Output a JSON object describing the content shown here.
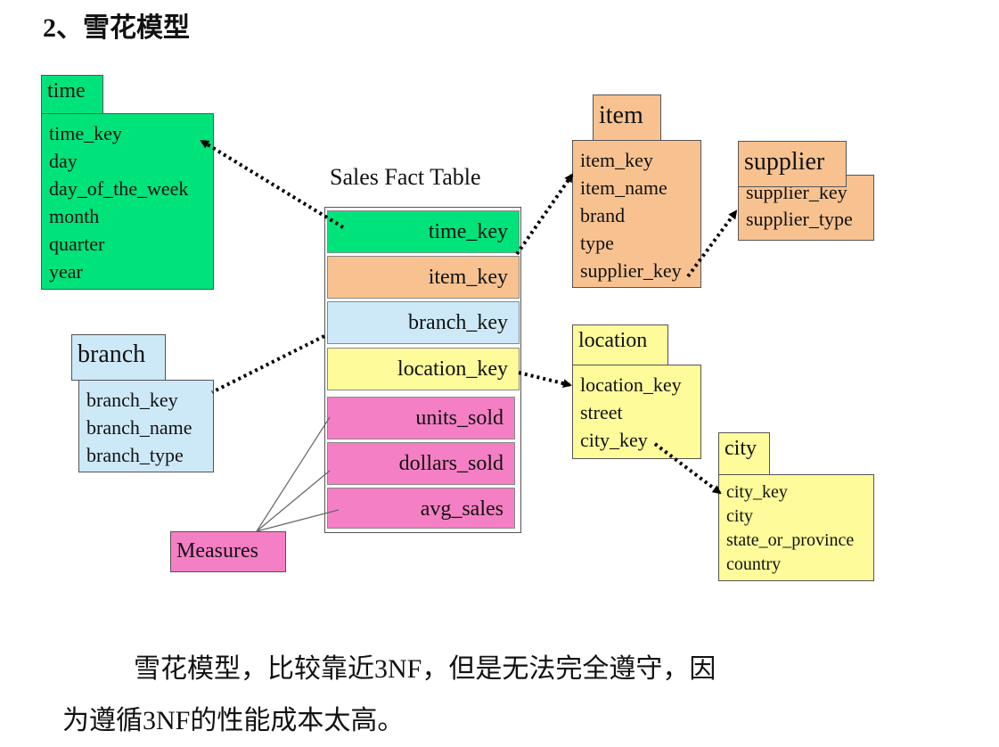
{
  "heading": "2、雪花模型",
  "fact_table": {
    "title": "Sales Fact Table",
    "rows": [
      "time_key",
      "item_key",
      "branch_key",
      "location_key",
      "units_sold",
      "dollars_sold",
      "avg_sales"
    ]
  },
  "tables": {
    "time": {
      "name": "time",
      "fields": [
        "time_key",
        "day",
        "day_of_the_week",
        "month",
        "quarter",
        "year"
      ]
    },
    "branch": {
      "name": "branch",
      "fields": [
        "branch_key",
        "branch_name",
        "branch_type"
      ]
    },
    "item": {
      "name": "item",
      "fields": [
        "item_key",
        "item_name",
        "brand",
        "type",
        "supplier_key"
      ]
    },
    "supplier": {
      "name": "supplier",
      "fields": [
        "supplier_key",
        "supplier_type"
      ]
    },
    "location": {
      "name": "location",
      "fields": [
        "location_key",
        "street",
        "city_key"
      ]
    },
    "city": {
      "name": "city",
      "fields": [
        "city_key",
        "city",
        "state_or_province",
        "country"
      ]
    }
  },
  "measures_label": "Measures",
  "paragraph": {
    "line1": "雪花模型，比较靠近3NF，但是无法完全遵守，因",
    "line2": "为遵循3NF的性能成本太高。"
  },
  "colors": {
    "time": "#00e37a",
    "item": "#f7c290",
    "branch": "#cde9f8",
    "location": "#fdfb9a",
    "measures": "#f57fc4"
  }
}
